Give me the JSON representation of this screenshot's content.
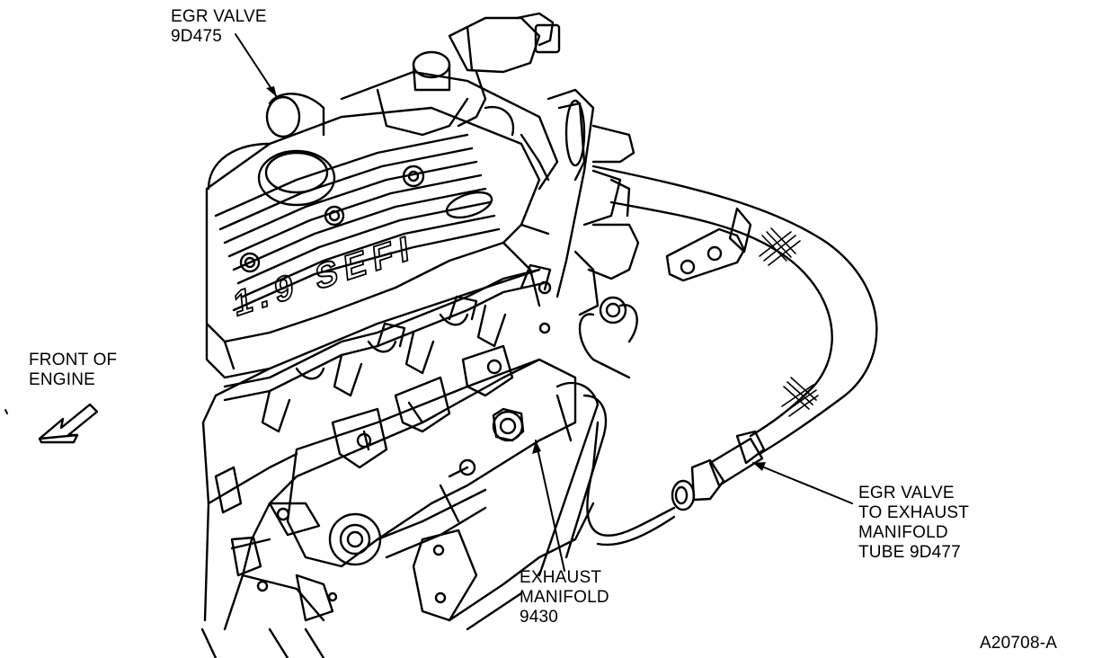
{
  "diagram": {
    "callouts": {
      "egr_valve": {
        "lines": [
          "EGR VALVE",
          "9D475"
        ]
      },
      "front_of_engine": {
        "lines": [
          "FRONT OF",
          "ENGINE"
        ]
      },
      "egr_tube": {
        "lines": [
          "EGR VALVE",
          "TO EXHAUST",
          "MANIFOLD",
          "TUBE 9D477"
        ]
      },
      "exhaust_manifold": {
        "lines": [
          "EXHAUST",
          "MANIFOLD",
          "9430"
        ]
      }
    },
    "figure_code": "A20708-A",
    "valve_cover_text": "1.9 SEFI"
  }
}
